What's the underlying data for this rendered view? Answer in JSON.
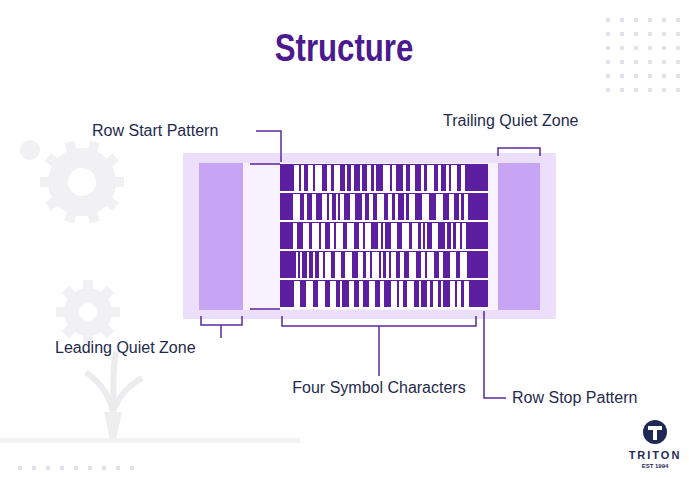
{
  "diagram": {
    "title": "Structure",
    "labels": [
      "Row Start Pattern",
      "Trailing Quiet Zone",
      "Leading Quiet Zone",
      "Four Symbol Characters",
      "Row Stop Pattern",
      "TRITON",
      "EST 1994"
    ]
  }
}
